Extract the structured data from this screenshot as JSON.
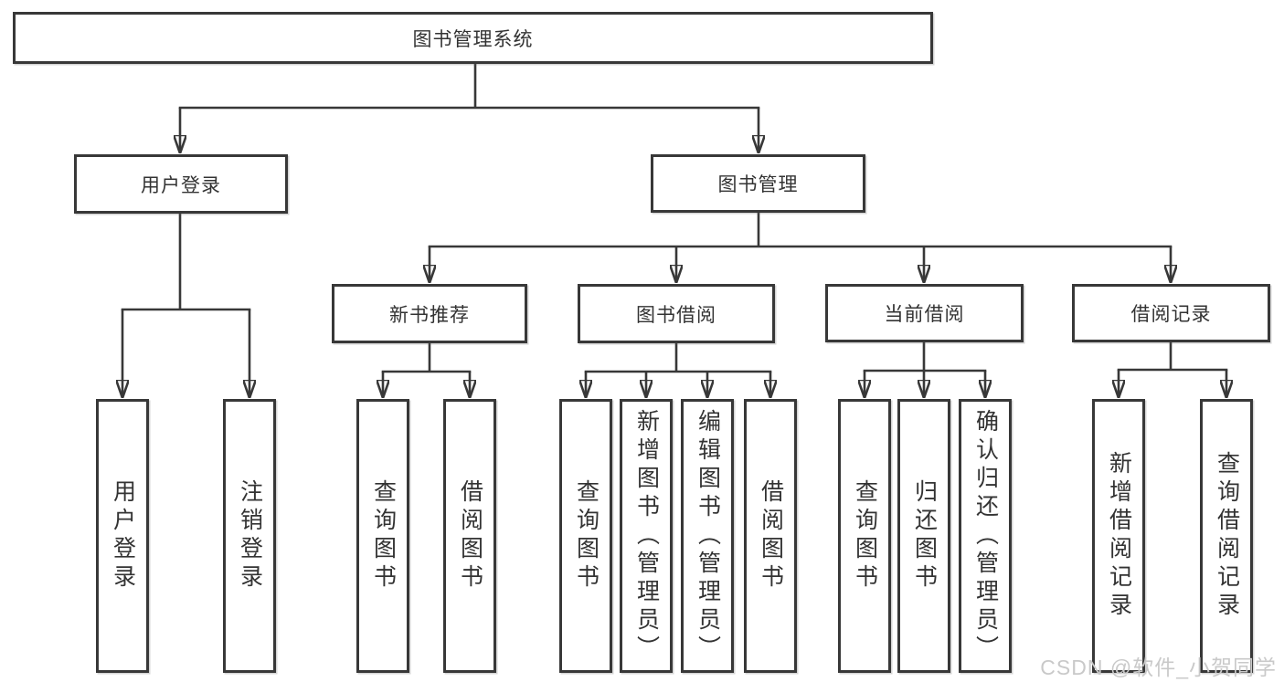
{
  "diagram_title": "图书管理系统",
  "tree": {
    "root": {
      "label": "图书管理系统"
    },
    "branches": [
      {
        "label": "用户登录",
        "children": [
          {
            "label": "用户登录"
          },
          {
            "label": "注销登录"
          }
        ]
      },
      {
        "label": "图书管理",
        "children": [
          {
            "label": "新书推荐",
            "children": [
              {
                "label": "查询图书"
              },
              {
                "label": "借阅图书"
              }
            ]
          },
          {
            "label": "图书借阅",
            "children": [
              {
                "label": "查询图书"
              },
              {
                "label": "新增图书（管理员）"
              },
              {
                "label": "编辑图书（管理员）"
              },
              {
                "label": "借阅图书"
              }
            ]
          },
          {
            "label": "当前借阅",
            "children": [
              {
                "label": "查询图书"
              },
              {
                "label": "归还图书"
              },
              {
                "label": "确认归还（管理员）"
              }
            ]
          },
          {
            "label": "借阅记录",
            "children": [
              {
                "label": "新增借阅记录"
              },
              {
                "label": "查询借阅记录"
              }
            ]
          }
        ]
      }
    ]
  },
  "colors": {
    "line": "#3a3a3a",
    "box_border": "#383838",
    "text": "#333333",
    "background": "#ffffff",
    "watermark": "#c9c9c9"
  },
  "watermark": "CSDN @软件_小贺同学"
}
